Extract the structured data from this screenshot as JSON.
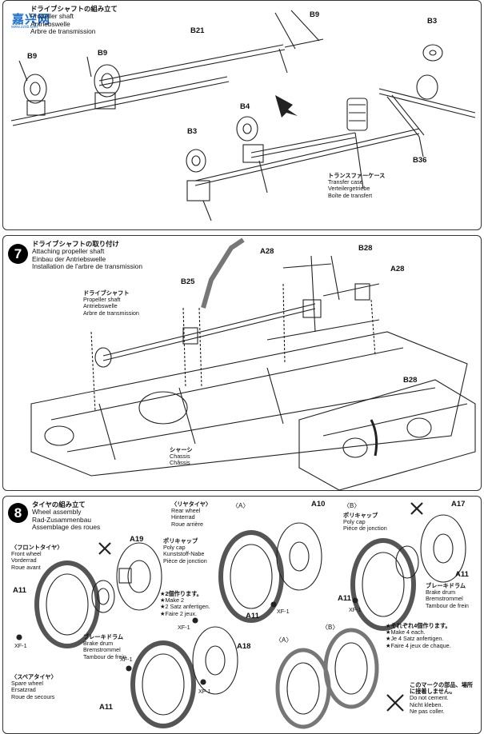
{
  "watermark": {
    "text": "嘉兴网",
    "sub": "www.zzsb.com"
  },
  "step6": {
    "header": {
      "jp": "ドライブシャフトの組み立て",
      "en": "Propeller shaft",
      "de": "Antriebswelle",
      "fr": "Arbre de transmission"
    },
    "parts": [
      "B9",
      "B21",
      "B9",
      "B9",
      "B3",
      "B4",
      "B3",
      "B36"
    ],
    "transfer": {
      "jp": "トランスファーケース",
      "en": "Transfer case",
      "de": "Verteilergetriebe",
      "fr": "Boîte de transfert"
    }
  },
  "step7": {
    "number": "7",
    "header": {
      "jp": "ドライブシャフトの取り付け",
      "en": "Attaching propeller shaft",
      "de": "Einbau der Antriebswelle",
      "fr": "Installation de l'arbre de transmission"
    },
    "parts": [
      "A28",
      "B28",
      "A28",
      "B25",
      "B28"
    ],
    "shaft": {
      "jp": "ドライブシャフト",
      "en": "Propeller shaft",
      "de": "Antriebswelle",
      "fr": "Arbre de transmission"
    },
    "chassis": {
      "jp": "シャーシ",
      "en": "Chassis",
      "fr": "Châssis"
    }
  },
  "step8": {
    "number": "8",
    "header": {
      "jp": "タイヤの組み立て",
      "en": "Wheel assembly",
      "de": "Rad-Zusammenbau",
      "fr": "Assemblage des roues"
    },
    "front": {
      "jp": "〈フロントタイヤ〉",
      "en": "Front wheel",
      "de": "Vorderrad",
      "fr": "Roue avant"
    },
    "rear": {
      "jp": "〈リヤタイヤ〉",
      "en": "Rear wheel",
      "de": "Hinterrad",
      "fr": "Roue arrière"
    },
    "spare": {
      "jp": "〈スペアタイヤ〉",
      "en": "Spare wheel",
      "de": "Ersatzrad",
      "fr": "Roue de secours"
    },
    "polycap": {
      "jp": "ポリキャップ",
      "en": "Poly cap",
      "de": "Kunststoff-Nabe",
      "fr": "Pièce de jonction"
    },
    "polycap2": {
      "jp": "ポリキャップ",
      "en": "Poly cap",
      "de": "Kunststoff-Nabe",
      "fr": "Pièce de jonction"
    },
    "make2": {
      "jp": "★2個作ります。",
      "en": "★Make 2",
      "de": "★2 Satz anfertigen.",
      "fr": "★Faire 2 jeux."
    },
    "brake": {
      "jp": "ブレーキドラム",
      "en": "Brake drum",
      "de": "Bremstrommel",
      "fr": "Tambour de frein"
    },
    "brake2": {
      "jp": "ブレーキドラム",
      "en": "Brake drum",
      "de": "Bremstrommel",
      "fr": "Tambour de frein"
    },
    "make4": {
      "jp": "★それぞれ4個作ります。",
      "en": "★Make 4 each.",
      "de": "★Je 4 Satz anfertigen.",
      "fr": "★Faire 4 jeux de chaque."
    },
    "nocement": {
      "jp": "このマークの部品、場所に接着しません。",
      "en": "Do not cement.",
      "de": "Nicht kleben.",
      "fr": "Ne pas coller."
    },
    "labels": {
      "a": "〈A〉",
      "b": "〈B〉",
      "a2": "〈A〉",
      "b2": "〈B〉"
    },
    "parts": [
      "A19",
      "A10",
      "A17",
      "A11",
      "A11",
      "A11",
      "A11",
      "A11",
      "A18"
    ],
    "xf": "XF-1"
  }
}
